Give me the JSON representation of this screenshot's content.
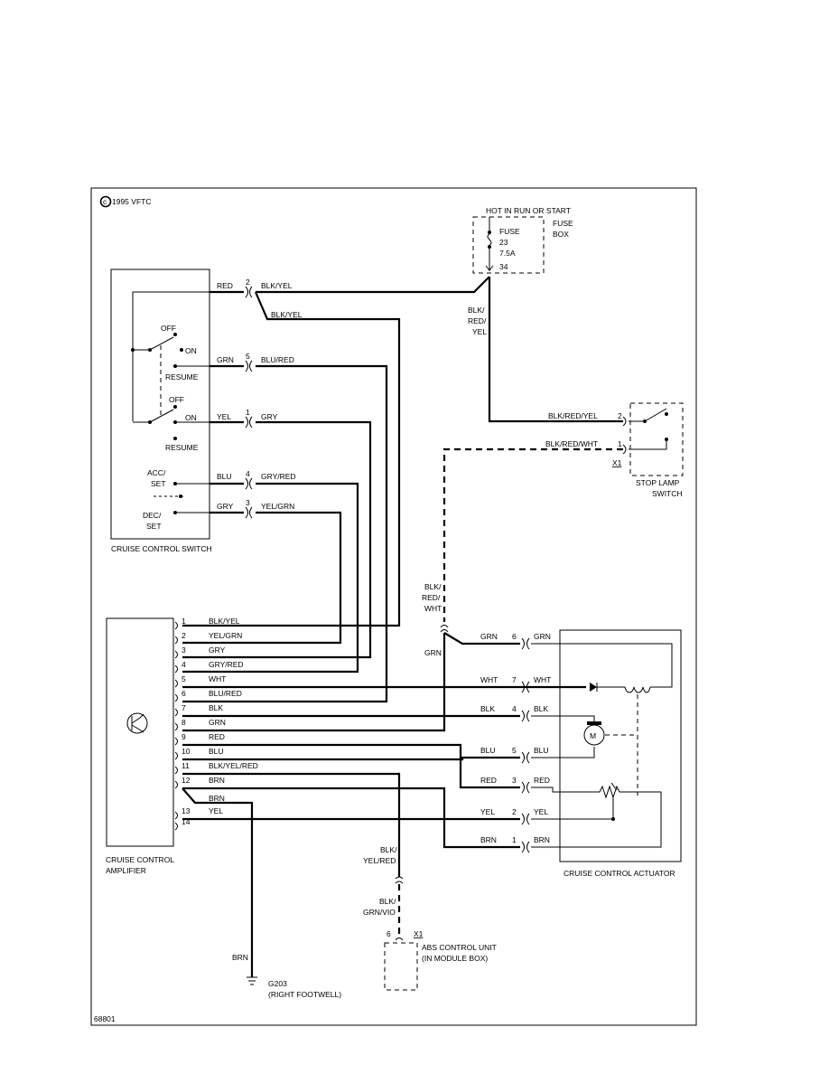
{
  "copyright": "1995 VFTC",
  "figure_id": "68801",
  "fuse_box": {
    "header": "HOT IN RUN OR START",
    "label_line1": "FUSE",
    "label_line2": "BOX",
    "fuse_name": "FUSE",
    "fuse_number": "23",
    "fuse_rating": "7.5A",
    "terminal": "34"
  },
  "fuse_feed_wire": [
    "BLK/",
    "RED/",
    "YEL"
  ],
  "switch": {
    "caption": "CRUISE CONTROL SWITCH",
    "off_1": "OFF",
    "on_1": "ON",
    "resume_1": "RESUME",
    "off_2": "OFF",
    "on_2": "ON",
    "resume_2": "RESUME",
    "acc_1": "ACC/",
    "acc_2": "SET",
    "dec_1": "DEC/",
    "dec_2": "SET",
    "connectors": [
      {
        "pin": "2",
        "left": "RED",
        "right": "BLK/YEL"
      },
      {
        "pin": "5",
        "left": "GRN",
        "right": "BLU/RED"
      },
      {
        "pin": "1",
        "left": "YEL",
        "right": "GRY"
      },
      {
        "pin": "4",
        "left": "BLU",
        "right": "GRY/RED"
      },
      {
        "pin": "3",
        "left": "GRY",
        "right": "YEL/GRN"
      }
    ],
    "branch_wire": "BLK/YEL"
  },
  "stop_lamp": {
    "caption_1": "STOP LAMP",
    "caption_2": "SWITCH",
    "connector": "X1",
    "pins": [
      {
        "pin": "2",
        "wire": "BLK/RED/YEL"
      },
      {
        "pin": "1",
        "wire": "BLK/RED/WHT"
      }
    ]
  },
  "splice_wire": [
    "BLK/",
    "RED/",
    "WHT"
  ],
  "splice_grn": "GRN",
  "amplifier": {
    "caption_1": "CRUISE CONTROL",
    "caption_2": "AMPLIFIER",
    "pins": [
      {
        "pin": "1",
        "wire": "BLK/YEL"
      },
      {
        "pin": "2",
        "wire": "YEL/GRN"
      },
      {
        "pin": "3",
        "wire": "GRY"
      },
      {
        "pin": "4",
        "wire": "GRY/RED"
      },
      {
        "pin": "5",
        "wire": "WHT"
      },
      {
        "pin": "6",
        "wire": "BLU/RED"
      },
      {
        "pin": "7",
        "wire": "BLK"
      },
      {
        "pin": "8",
        "wire": "GRN"
      },
      {
        "pin": "9",
        "wire": "RED"
      },
      {
        "pin": "10",
        "wire": "BLU"
      },
      {
        "pin": "11",
        "wire": "BLK/YEL/RED"
      },
      {
        "pin": "12",
        "wire": "BRN"
      },
      {
        "pin": "13",
        "wire": "YEL"
      },
      {
        "pin": "14",
        "wire": ""
      }
    ],
    "pin12_branch": "BRN"
  },
  "actuator": {
    "caption": "CRUISE CONTROL ACTUATOR",
    "motor": "M",
    "connectors": [
      {
        "pin": "6",
        "left": "GRN",
        "right": "GRN"
      },
      {
        "pin": "7",
        "left": "WHT",
        "right": "WHT"
      },
      {
        "pin": "4",
        "left": "BLK",
        "right": "BLK"
      },
      {
        "pin": "5",
        "left": "BLU",
        "right": "BLU"
      },
      {
        "pin": "3",
        "left": "RED",
        "right": "RED"
      },
      {
        "pin": "2",
        "left": "YEL",
        "right": "YEL"
      },
      {
        "pin": "1",
        "left": "BRN",
        "right": "BRN"
      }
    ]
  },
  "abs": {
    "wire_top": [
      "BLK/",
      "YEL/RED"
    ],
    "wire_bottom": [
      "BLK/",
      "GRN/VIO"
    ],
    "pin": "6",
    "connector": "X1",
    "caption_1": "ABS CONTROL UNIT",
    "caption_2": "(IN MODULE BOX)"
  },
  "ground": {
    "wire": "BRN",
    "name": "G203",
    "location": "(RIGHT FOOTWELL)"
  }
}
